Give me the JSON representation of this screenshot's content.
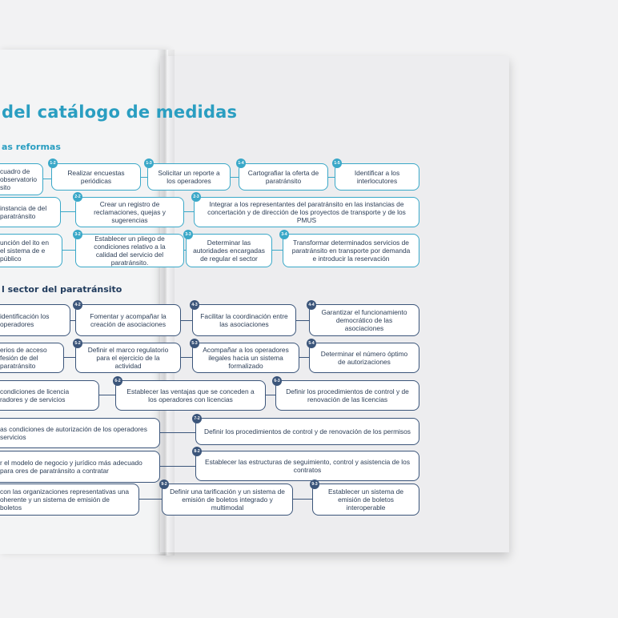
{
  "colors": {
    "teal": "#3aa8c8",
    "navy": "#3b557a",
    "title": "#2a9ec1"
  },
  "title": "del catálogo de medidas",
  "sections": {
    "reformas": "as reformas",
    "sector": "l sector del paratránsito"
  },
  "boxes": [
    {
      "text": "cuadro de observatorio sito"
    },
    {
      "text": "Realizar encuestas periódicas",
      "badge": "1-2"
    },
    {
      "text": "Solicitar un reporte a los operadores",
      "badge": "1-3"
    },
    {
      "text": "Cartografiar la oferta de paratránsito",
      "badge": "1-4"
    },
    {
      "text": "Identificar a los interlocutores",
      "badge": "1-5"
    },
    {
      "text": "instancia de del paratránsito"
    },
    {
      "text": "Crear un registro de reclamaciones, quejas y sugerencias",
      "badge": "2-2"
    },
    {
      "text": "Integrar a los representantes del paratránsito en las instancias de concertación y de dirección de los proyectos de transporte y de los PMUS",
      "badge": "2-3"
    },
    {
      "text": "unción del ito en el sistema de e público"
    },
    {
      "text": "Establecer un pliego de condiciones relativo a la calidad del servicio del paratránsito.",
      "badge": "3-2"
    },
    {
      "text": "Determinar las autoridades encargadas de regular el sector",
      "badge": "3-3"
    },
    {
      "text": "Transformar determinados servicios de paratránsito en transporte por demanda e introducir la reservación",
      "badge": "3-4"
    },
    {
      "text": "identificación los operadores"
    },
    {
      "text": "Fomentar y acompañar la creación de asociaciones",
      "badge": "4-2"
    },
    {
      "text": "Facilitar la coordinación entre las asociaciones",
      "badge": "4-3"
    },
    {
      "text": "Garantizar el funcionamiento democrático de las asociaciones",
      "badge": "4-4"
    },
    {
      "text": "erios de acceso fesión de del paratránsito"
    },
    {
      "text": "Definir el marco regulatorio para el ejercicio de la actividad",
      "badge": "5-2"
    },
    {
      "text": "Acompañar a los operadores ilegales hacia un sistema formalizado",
      "badge": "5-3"
    },
    {
      "text": "Determinar el número óptimo de autorizaciones",
      "badge": "5-4"
    },
    {
      "text": "condiciones de licencia radores y de servicios"
    },
    {
      "text": "Establecer las ventajas que se conceden a los operadores con licencias",
      "badge": "6-2"
    },
    {
      "text": "Definir los procedimientos de control y de renovación de las licencias",
      "badge": "6-3"
    },
    {
      "text": "as condiciones de autorización de los operadores servicios"
    },
    {
      "text": "Definir los procedimientos de control y de renovación de los permisos",
      "badge": "7-2"
    },
    {
      "text": "r el modelo de negocio y jurídico más adecuado para ores de paratránsito a contratar"
    },
    {
      "text": "Establecer las estructuras de seguimiento, control y asistencia de los contratos",
      "badge": "8-2"
    },
    {
      "text": "con las organizaciones representativas una oherente y un sistema de emisión de boletos"
    },
    {
      "text": "Definir una tarificación y un sistema de emisión de boletos integrado y multimodal",
      "badge": "9-2"
    },
    {
      "text": "Establecer un sistema de emisión de boletos interoperable",
      "badge": "9-3"
    }
  ]
}
